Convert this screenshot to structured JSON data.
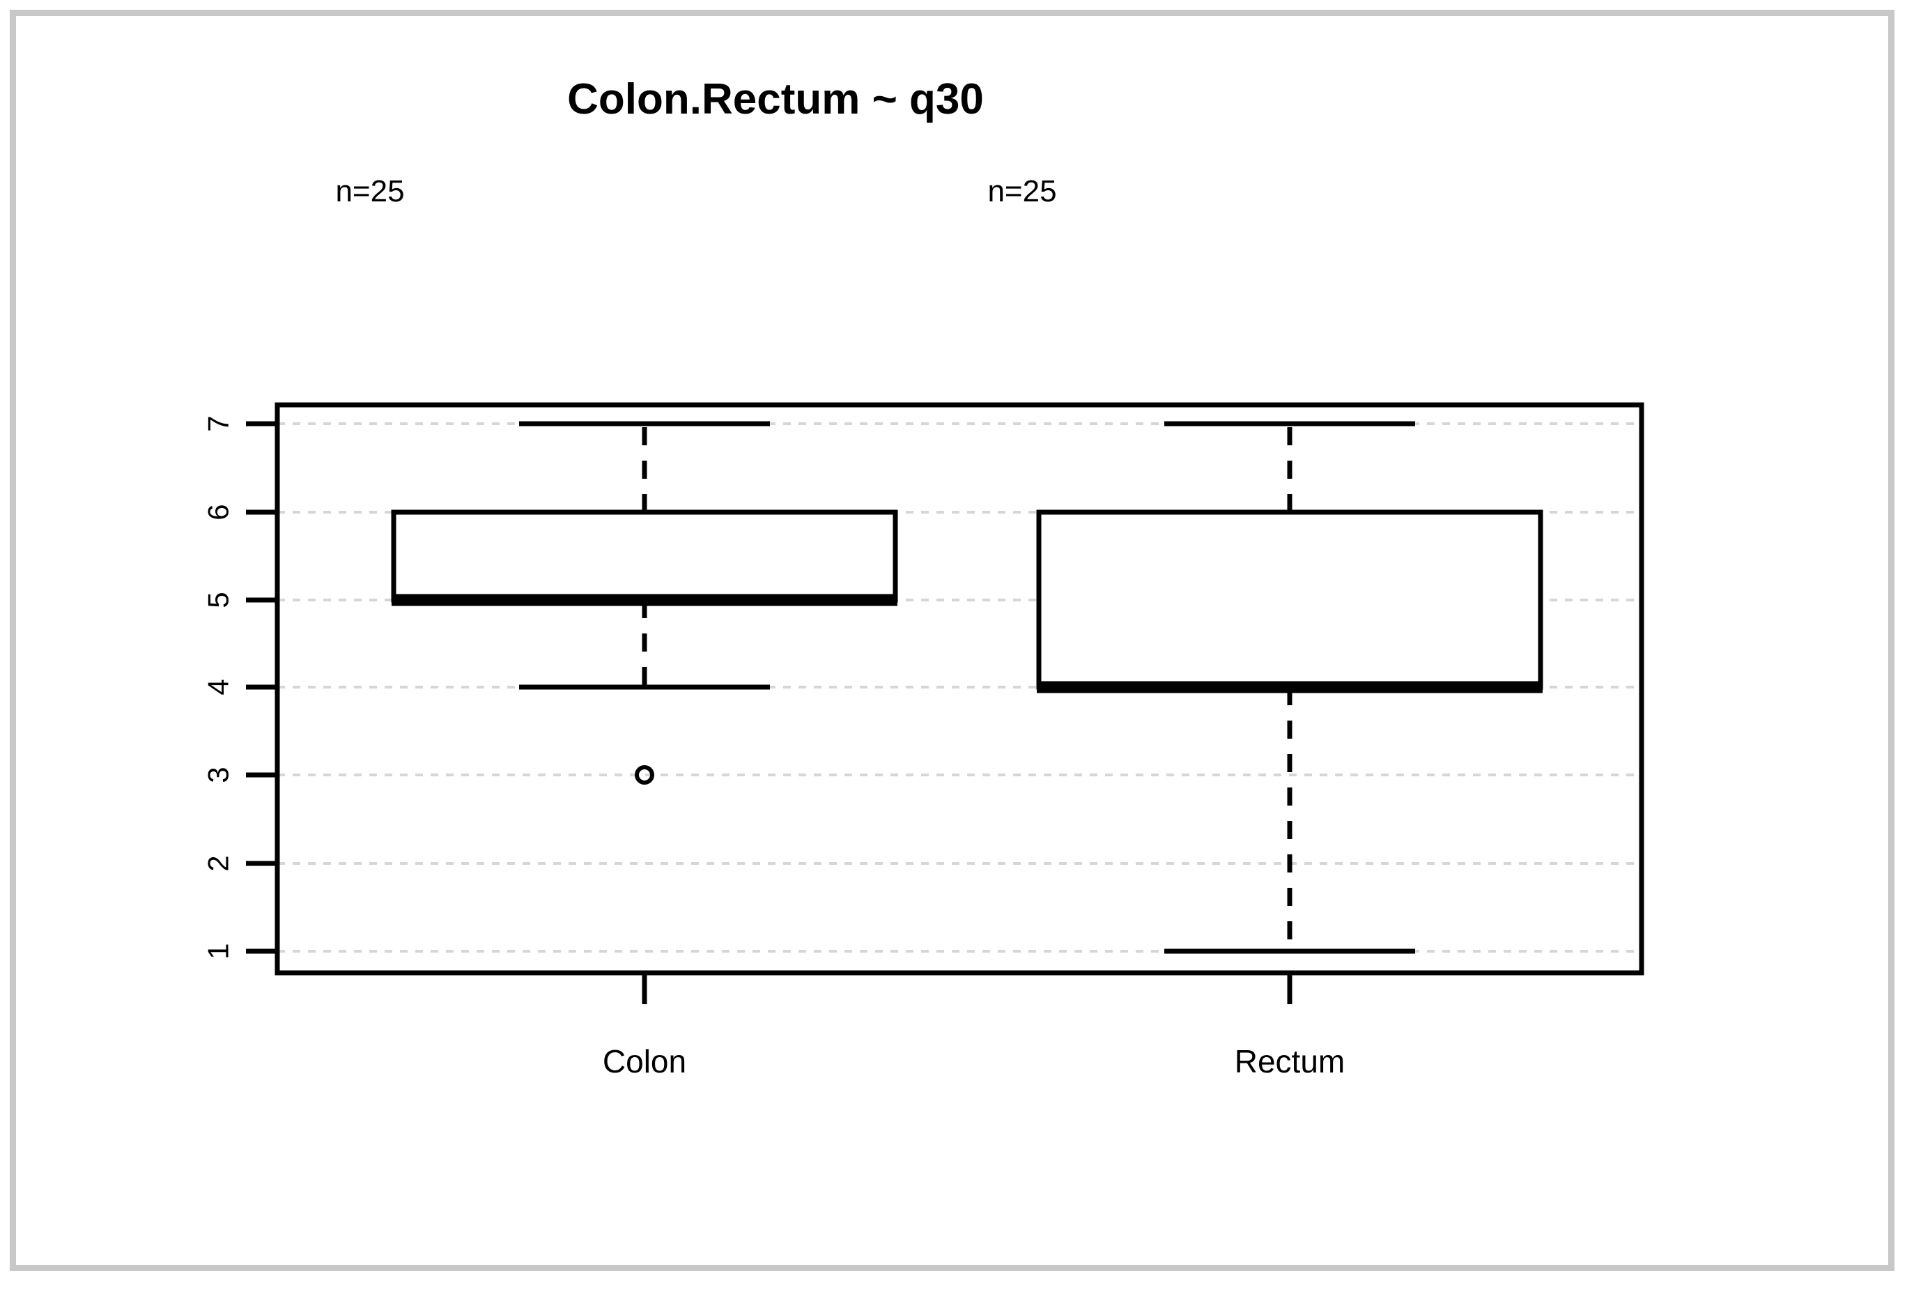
{
  "figure": {
    "title": "Colon.Rectum ~ q30",
    "background_color": "#ffffff",
    "border_color": "#c8c8c8",
    "grid_color": "#d6d6d6",
    "line_color": "#000000"
  },
  "chart_data": {
    "type": "box",
    "title": "Colon.Rectum ~ q30",
    "xlabel": "",
    "ylabel": "",
    "ylim": [
      1,
      7
    ],
    "yticks": [
      "7",
      "6",
      "5",
      "4",
      "3",
      "2",
      "1"
    ],
    "ytick_values": [
      7,
      6,
      5,
      4,
      3,
      2,
      1
    ],
    "grid": true,
    "grid_style": "dashed",
    "legend": "none",
    "categories": [
      "Colon",
      "Rectum"
    ],
    "group_annotations": [
      "n=25",
      "n=25"
    ],
    "boxes": [
      {
        "name": "Colon",
        "n_label": "n=25",
        "n": 25,
        "whisker_low": 4,
        "q1": 5,
        "median": 5,
        "q3": 6,
        "whisker_high": 7,
        "outliers": [
          3
        ]
      },
      {
        "name": "Rectum",
        "n_label": "n=25",
        "n": 25,
        "whisker_low": 1,
        "q1": 4,
        "median": 4,
        "q3": 6,
        "whisker_high": 7,
        "outliers": []
      }
    ]
  },
  "axis": {
    "y_tick_7": "7",
    "y_tick_6": "6",
    "y_tick_5": "5",
    "y_tick_4": "4",
    "y_tick_3": "3",
    "y_tick_2": "2",
    "y_tick_1": "1"
  },
  "labels": {
    "group1_n": "n=25",
    "group2_n": "n=25",
    "group1_x": "Colon",
    "group2_x": "Rectum"
  }
}
